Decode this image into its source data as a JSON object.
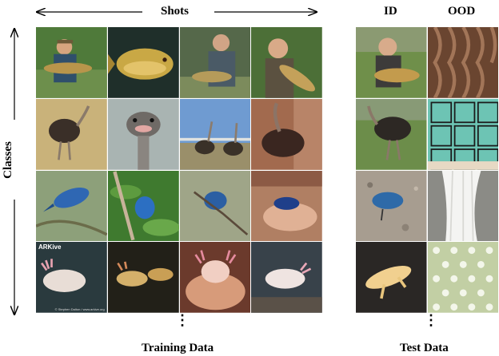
{
  "labels": {
    "shots": "Shots",
    "classes": "Classes",
    "id": "ID",
    "ood": "OOD",
    "training_data": "Training Data",
    "test_data": "Test Data",
    "ellipsis": "⋮"
  },
  "grid": {
    "train_rows": [
      [
        "fish-held-by-man",
        "tench-fish-close-up",
        "man-holding-fish-in-grass",
        "man-holding-fish-close"
      ],
      [
        "ostrich-in-field",
        "ostrich-head-close-up",
        "ostriches-by-fence",
        "ostrich-by-wooden-wall"
      ],
      [
        "blue-bird-on-twig",
        "blue-bird-in-leaves",
        "blue-bird-on-branch",
        "blue-bird-in-hand"
      ],
      [
        "axolotl-white",
        "axolotls-yellow",
        "axolotl-held-in-hands",
        "axolotl-in-tank"
      ]
    ],
    "test_rows": [
      [
        "man-holding-fish",
        "hair-braids-texture"
      ],
      [
        "ostrich-on-grass",
        "patterned-fabric-texture"
      ],
      [
        "blue-bird-on-gravel",
        "lace-curtain-texture"
      ],
      [
        "yellow-axolotl-on-dark",
        "polka-dot-texture"
      ]
    ],
    "watermark": "ARKive",
    "credit": "© Stephen Dalton / www.arkive.org"
  }
}
